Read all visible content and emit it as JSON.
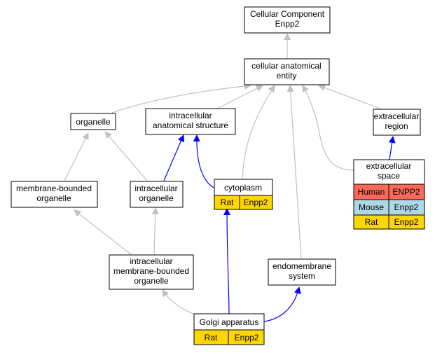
{
  "colors": {
    "edge_gray": "#c0c0c0",
    "edge_blue": "#0000ff",
    "human": "#fa6a5a",
    "mouse": "#add8e6",
    "rat": "#ffd700"
  },
  "nodes": {
    "root": [
      "Cellular Component",
      "Enpp2"
    ],
    "cae": [
      "cellular anatomical",
      "entity"
    ],
    "organelle": [
      "organelle"
    ],
    "ias": [
      "intracellular",
      "anatomical structure"
    ],
    "ecr": [
      "extracellular",
      "region"
    ],
    "mbo": [
      "membrane-bounded",
      "organelle"
    ],
    "io": [
      "intracellular",
      "organelle"
    ],
    "cyto": [
      "cytoplasm"
    ],
    "ecs": [
      "extracellular",
      "space"
    ],
    "imbo": [
      "intracellular",
      "membrane-bounded",
      "organelle"
    ],
    "endo": [
      "endomembrane",
      "system"
    ],
    "golgi": [
      "Golgi apparatus"
    ]
  },
  "annotations": {
    "cyto": [
      [
        "Rat",
        "Enpp2"
      ]
    ],
    "ecs": [
      [
        "Human",
        "ENPP2"
      ],
      [
        "Mouse",
        "Enpp2"
      ],
      [
        "Rat",
        "Enpp2"
      ]
    ],
    "golgi": [
      [
        "Rat",
        "Enpp2"
      ]
    ]
  }
}
